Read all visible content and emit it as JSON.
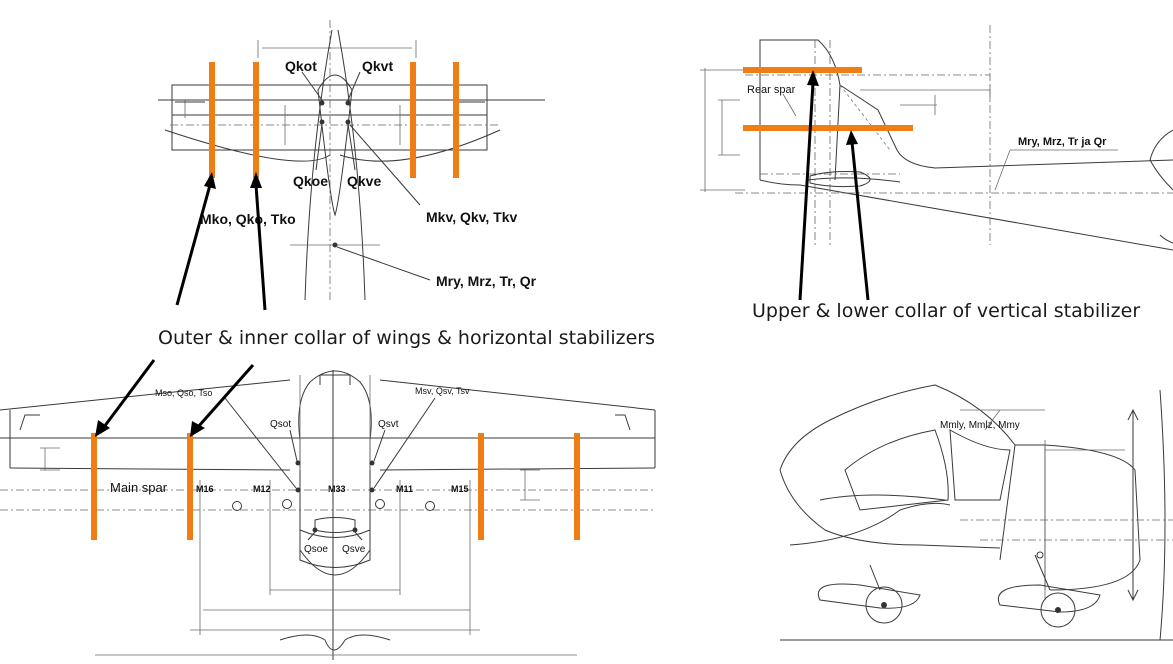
{
  "accent_color": "#f07d14",
  "arrow_color": "#000000",
  "top_view": {
    "labels": {
      "qkot": "Qkot",
      "qkvt": "Qkvt",
      "qkoe": "Qkoe",
      "qkve": "Qkve",
      "mko": "Mko, Qko, Tko",
      "mkv": "Mkv, Qkv, Tkv",
      "mry": "Mry, Mrz, Tr, Qr"
    }
  },
  "side_view": {
    "labels": {
      "rear_spar": "Rear spar",
      "mry_ja": "Mry, Mrz, Tr ja Qr"
    }
  },
  "wing_view": {
    "labels": {
      "mso": "Mso, Qso, Tso",
      "msv": "Msv, Qsv, Tsv",
      "qsot": "Qsot",
      "qsvt": "Qsvt",
      "main_spar": "Main spar",
      "m16": "M16",
      "m12": "M12",
      "m33": "M33",
      "m11": "M11",
      "m15": "M15",
      "qsoe": "Qsoe",
      "qsve": "Qsve"
    }
  },
  "engine_view": {
    "labels": {
      "mmly": "Mmly, Mmlz, Mmy"
    }
  },
  "captions": {
    "wings_collar": "Outer & inner collar of wings & horizontal stabilizers",
    "vertical_collar": "Upper & lower collar of vertical stabilizer"
  }
}
